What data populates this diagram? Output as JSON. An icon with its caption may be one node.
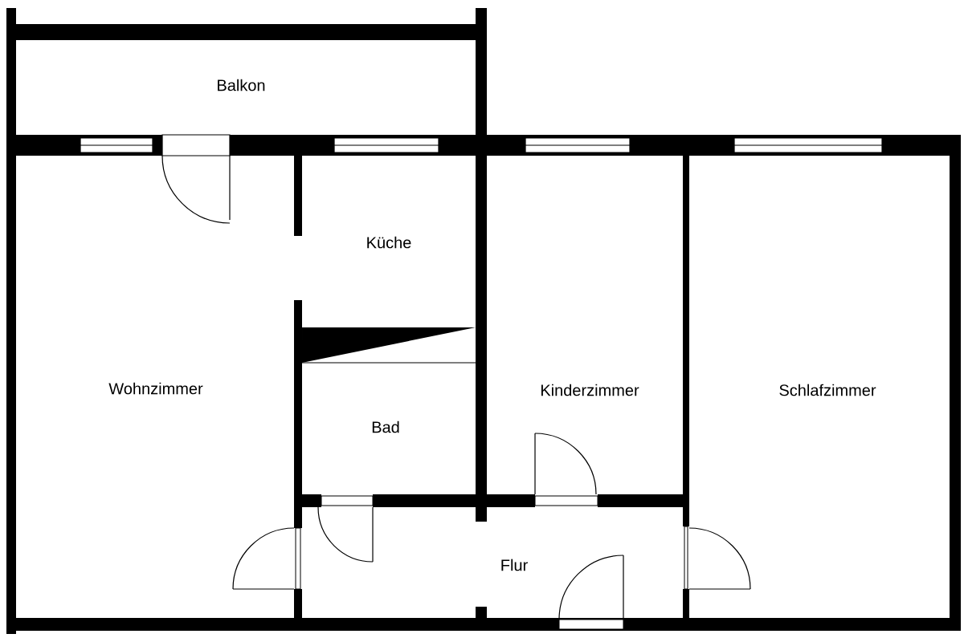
{
  "diagram": {
    "labels": [
      "Balkon",
      "Küche",
      "Wohnzimmer",
      "Bad",
      "Kinderzimmer",
      "Schlafzimmer",
      "Flur"
    ]
  }
}
